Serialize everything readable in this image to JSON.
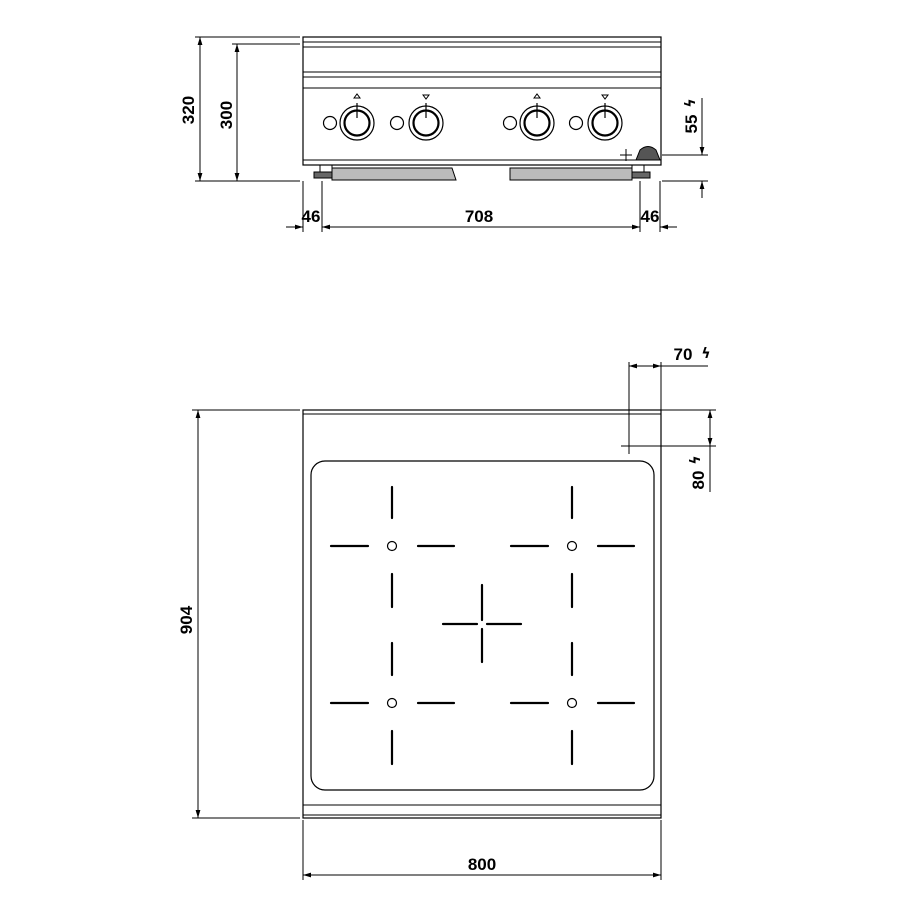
{
  "front_view": {
    "dimensions": {
      "overall_height": "320",
      "body_height": "300",
      "connection_height": "55",
      "left_foot_offset": "46",
      "feet_spacing": "708",
      "right_foot_offset": "46"
    },
    "electric_symbol": "ϟ"
  },
  "top_view": {
    "dimensions": {
      "depth": "904",
      "width": "800",
      "connection_offset_x": "70",
      "connection_offset_y": "80"
    },
    "electric_symbol": "ϟ"
  }
}
